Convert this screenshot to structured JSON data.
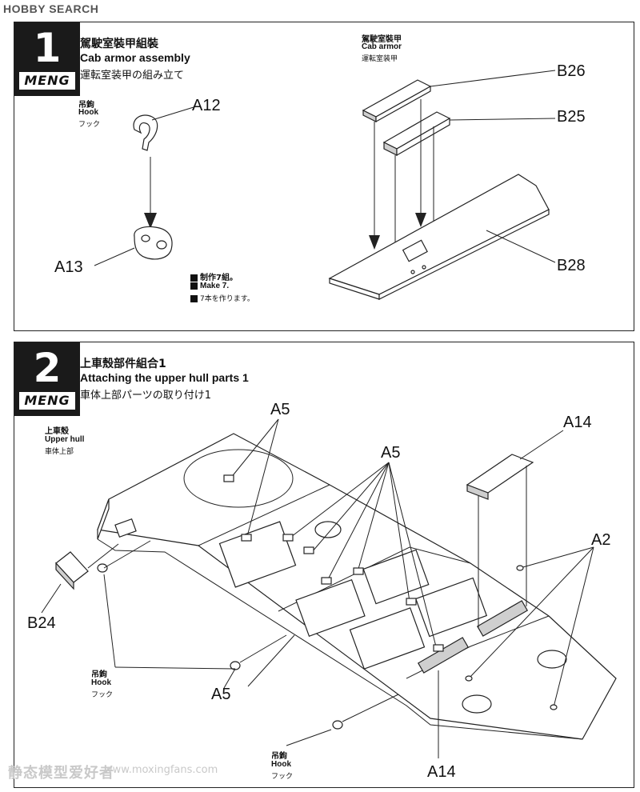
{
  "header": {
    "logo_text": "HOBBY SEARCH"
  },
  "step1": {
    "number": "1",
    "brand": "MENG",
    "title_cn": "駕駛室裝甲組裝",
    "title_en": "Cab armor assembly",
    "title_jp": "運転室装甲の組み立て",
    "hook_cn": "吊鉤",
    "hook_en": "Hook",
    "hook_jp": "フック",
    "cab_cn": "駕駛室裝甲",
    "cab_en": "Cab armor",
    "cab_jp": "運転室装甲",
    "make_cn": "制作7組。",
    "make_en": "Make 7.",
    "make_jp": "7本を作ります。",
    "parts": {
      "a12": "A12",
      "a13": "A13",
      "b26": "B26",
      "b25": "B25",
      "b28": "B28"
    }
  },
  "step2": {
    "number": "2",
    "brand": "MENG",
    "title_cn": "上車殼部件組合1",
    "title_en": "Attaching the upper hull parts 1",
    "title_jp": "車体上部パーツの取り付け1",
    "hull_cn": "上車殼",
    "hull_en": "Upper hull",
    "hull_jp": "車体上部",
    "hook1_cn": "吊鉤",
    "hook1_en": "Hook",
    "hook1_jp": "フック",
    "hook2_cn": "吊鉤",
    "hook2_en": "Hook",
    "hook2_jp": "フック",
    "parts": {
      "a5_top": "A5",
      "a5_mid": "A5",
      "a5_bottom": "A5",
      "a14_top": "A14",
      "a14_bottom": "A14",
      "a2": "A2",
      "b24": "B24"
    }
  },
  "watermark": {
    "text": "静态模型爱好者",
    "url": "www.moxingfans.com"
  }
}
